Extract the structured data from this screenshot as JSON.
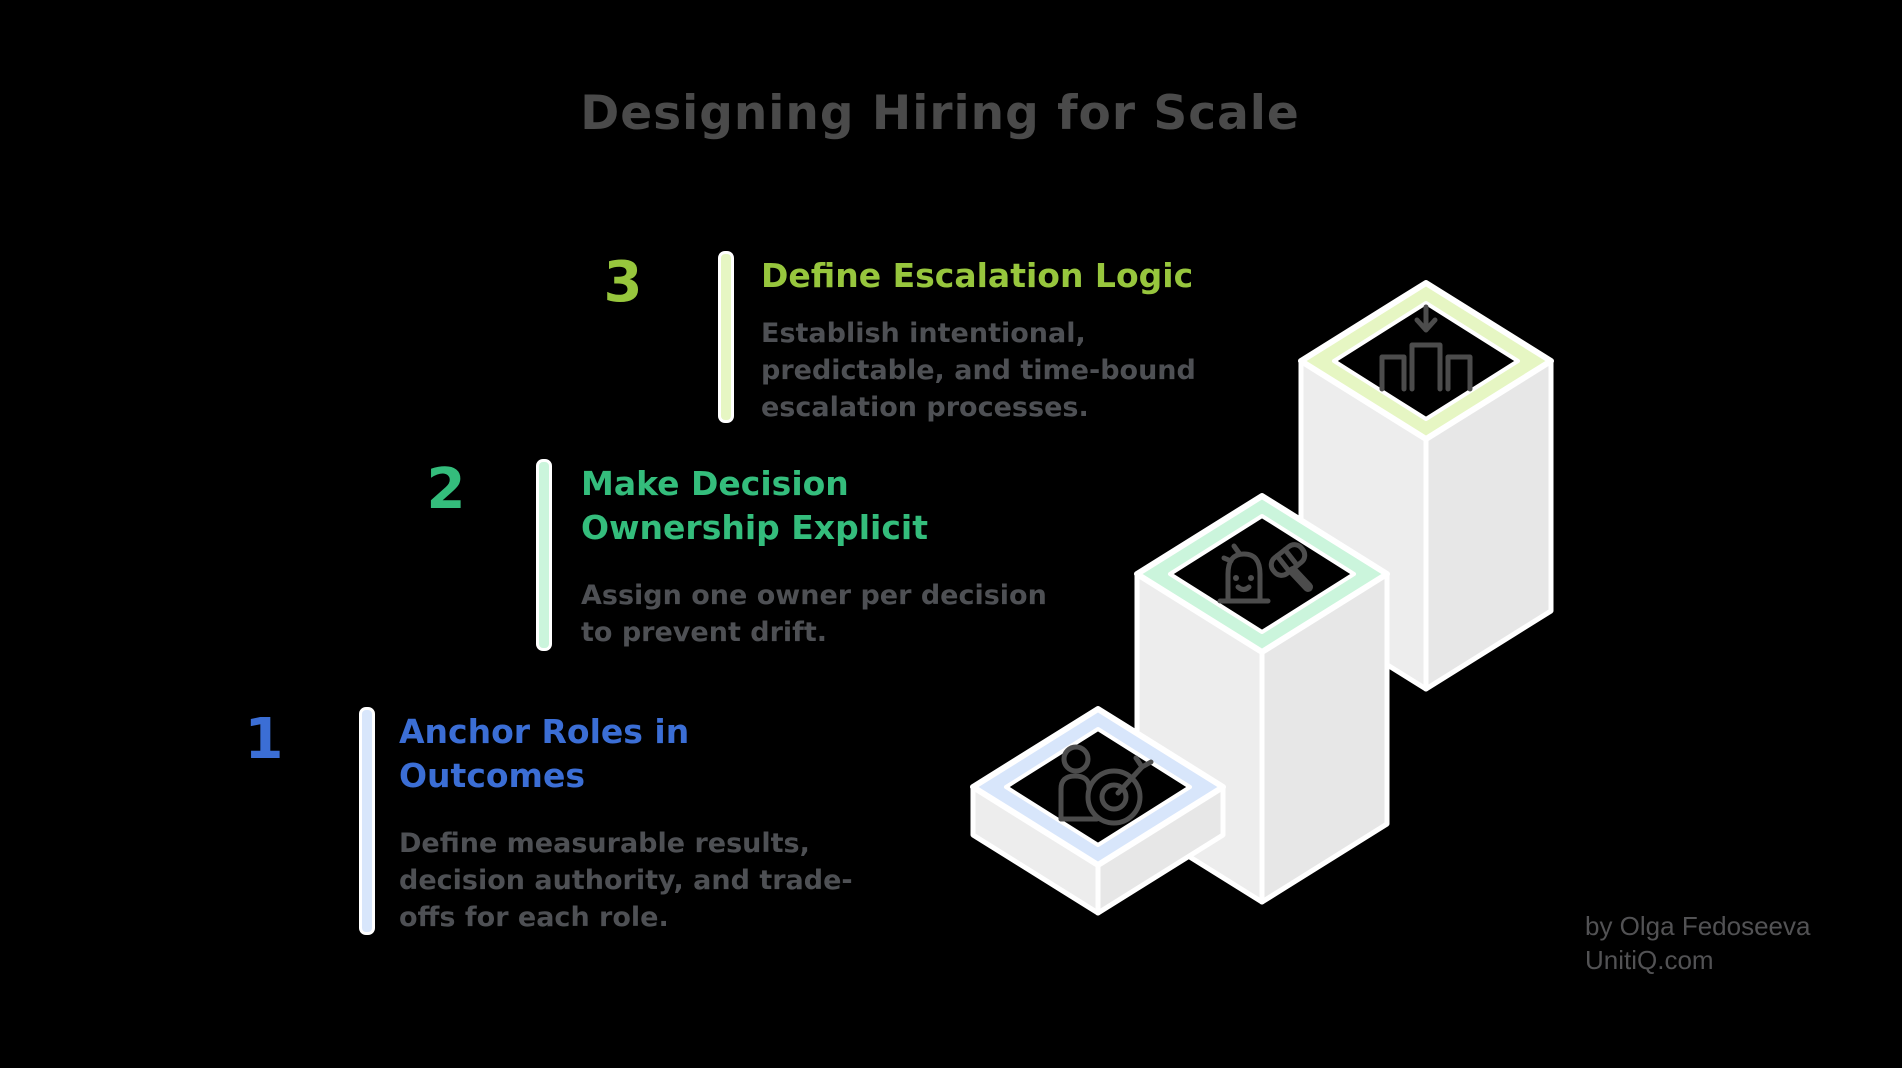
{
  "title": "Designing Hiring for Scale",
  "credit": {
    "byline": "by Olga Fedoseeva",
    "site": "UnitiQ.com"
  },
  "steps": [
    {
      "number": "1",
      "title": "Anchor Roles in\nOutcomes",
      "description": "Define measurable results,\ndecision authority, and trade-\noffs for each role.",
      "accent_color": "#3b6ed5",
      "band_color": "#d8e6fb",
      "icon": "person-target-icon"
    },
    {
      "number": "2",
      "title": "Make Decision\nOwnership Explicit",
      "description": "Assign one owner per decision\nto prevent drift.",
      "accent_color": "#34bd7c",
      "band_color": "#cbf5dc",
      "icon": "gavel-ghost-icon"
    },
    {
      "number": "3",
      "title": "Define Escalation Logic",
      "description": "Establish intentional,\npredictable, and time-bound\nescalation processes.",
      "accent_color": "#97c63d",
      "band_color": "#e6f6c3",
      "icon": "podium-descend-icon"
    }
  ],
  "colors": {
    "background": "#000000",
    "title_text": "#4a4a4a",
    "body_text": "#4e5054",
    "stair_face_left": "#ededed",
    "stair_face_right": "#e7e7e7",
    "stair_edge": "#ffffff",
    "icon_stroke": "#4c4c4c",
    "credit_text": "#525254"
  }
}
